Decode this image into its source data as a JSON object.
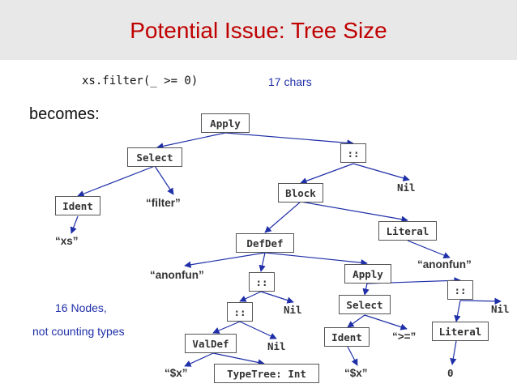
{
  "header": {
    "title": "Potential Issue: Tree Size"
  },
  "code": {
    "expression": "xs.filter(_ >= 0)",
    "char_count": "17 chars"
  },
  "labels": {
    "becomes": "becomes:",
    "node_count": "16 Nodes,",
    "note": "not counting types"
  },
  "tree": {
    "apply_root": "Apply",
    "select_top": "Select",
    "cons_top": "::",
    "ident_top": "Ident",
    "filter_str": "“filter”",
    "xs_str": "“xs”",
    "block": "Block",
    "nil_top": "Nil",
    "literal_top": "Literal",
    "defdef": "DefDef",
    "anonfun_right": "“anonfun”",
    "anonfun_left": "“anonfun”",
    "cons_mid": "::",
    "apply_mid": "Apply",
    "cons_right": "::",
    "cons_inner": "::",
    "nil_mid": "Nil",
    "select_mid": "Select",
    "nil_right": "Nil",
    "valdef": "ValDef",
    "nil_inner": "Nil",
    "ident_mid": "Ident",
    "ge_str": "“>=”",
    "literal_right": "Literal",
    "x_str_left": "“$x”",
    "typetree": "TypeTree: Int",
    "x_str_right": "“$x”",
    "zero": "0"
  },
  "colors": {
    "title": "#c00000",
    "edge": "#1f2fa8",
    "title_band": "#e8e8e8"
  }
}
